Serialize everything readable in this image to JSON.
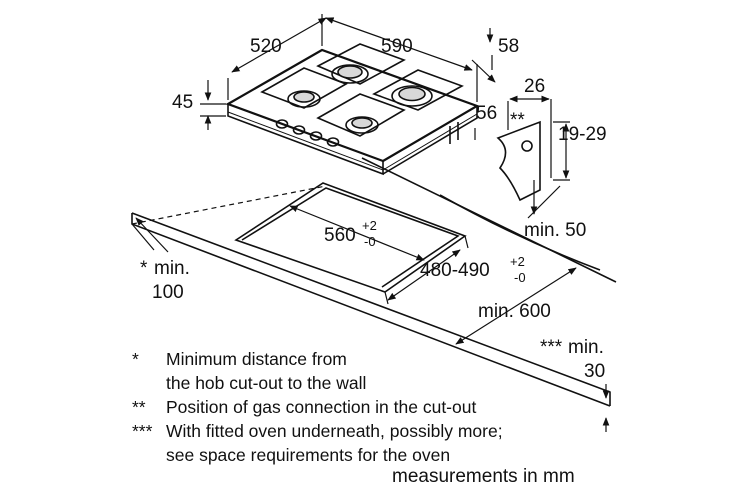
{
  "dimensions": {
    "hob_width": "590",
    "hob_depth": "520",
    "hob_height": "45",
    "gas_offset_right": "58",
    "gas_offset_front": "56",
    "gas_conn_26": "26",
    "gas_conn_range": "19-29",
    "gas_marker": "**",
    "worktop_min": "min. 50",
    "cutout_width": "560",
    "cutout_width_tol_plus": "+2",
    "cutout_width_tol_minus": "-0",
    "cutout_depth": "480-490",
    "cutout_depth_tol_plus": "+2",
    "cutout_depth_tol_minus": "-0",
    "wall_min_star": "*",
    "wall_min": "min.",
    "wall_min_value": "100",
    "worktop_depth_min": "min. 600",
    "oven_gap_stars": "***",
    "oven_gap_min": "min.",
    "oven_gap_value": "30"
  },
  "legend": [
    {
      "mark": "*",
      "text": "Minimum distance from"
    },
    {
      "mark": "",
      "text": "the hob cut-out to the wall"
    },
    {
      "mark": "**",
      "text": "Position of gas connection in the cut-out"
    },
    {
      "mark": "***",
      "text": "With fitted oven underneath, possibly more;"
    },
    {
      "mark": "",
      "text": "see space requirements for the oven"
    }
  ],
  "units": "measurements in mm"
}
